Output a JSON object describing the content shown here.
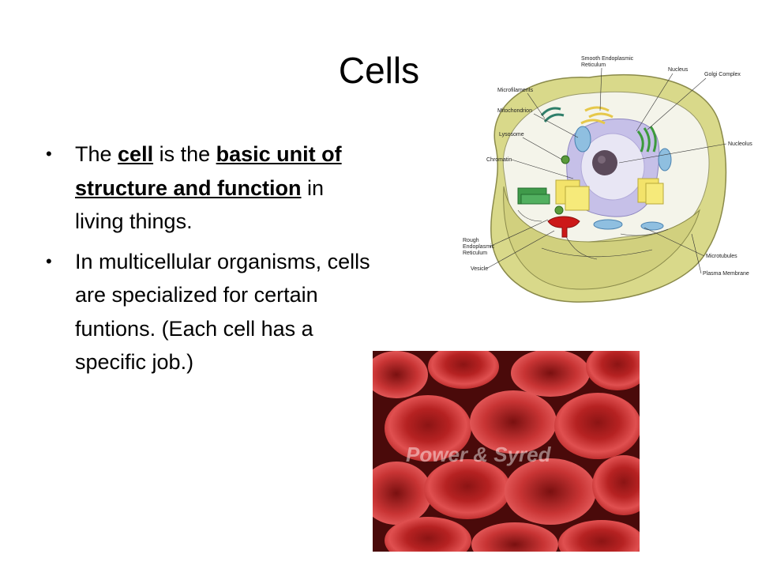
{
  "slide": {
    "title": "Cells",
    "bullets": [
      {
        "segments": [
          {
            "text": "The ",
            "u": false
          },
          {
            "text": "cell",
            "u": true
          },
          {
            "text": " is the ",
            "u": false
          },
          {
            "text": "basic unit of structure and function",
            "u": true
          },
          {
            "text": " in living things.",
            "u": false
          }
        ]
      },
      {
        "segments": [
          {
            "text": "In multicellular organisms, cells are specialized for certain funtions. (Each cell has a specific job.)",
            "u": false
          }
        ]
      }
    ]
  },
  "diagram": {
    "labels": {
      "ser_line1": "Smooth Endoplasmic",
      "ser_line2": "Reticulum",
      "nucleus": "Nucleus",
      "golgi": "Golgi Complex",
      "microfilaments": "Microfilaments",
      "mitochondrion": "Mitochondrion",
      "lysosome": "Lysosome",
      "nucleolus": "Nucleolus",
      "chromatin": "Chromatin",
      "rer_line1": "Rough",
      "rer_line2": "Endoplasmic",
      "rer_line3": "Reticulum",
      "vesicle": "Vesicle",
      "microtubules": "Microtubules",
      "plasma_membrane": "Plasma Membrane"
    }
  },
  "photo": {
    "watermark": "Power & Syred"
  },
  "colors": {
    "cell_wall": "#d9d98a",
    "cytoplasm": "#f4f4ea",
    "nucleus": "#c6c0e8",
    "nucleolus": "#5b4a5a",
    "rbc_dark": "#8c1414",
    "rbc_light": "#e05050"
  }
}
